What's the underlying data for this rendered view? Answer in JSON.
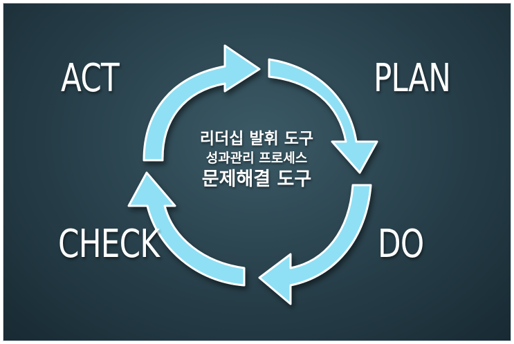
{
  "stages": {
    "act": "ACT",
    "plan": "PLAN",
    "check": "CHECK",
    "do": "DO"
  },
  "center": {
    "line1": "리더십 발휘 도구",
    "line2": "성과관리 프로세스",
    "line3": "문제해결 도구"
  },
  "colors": {
    "arrow_fill": "#8fe0f4",
    "arrow_outline": "#ffffff",
    "background_center": "#3b5a66",
    "background_edge": "#182a33"
  }
}
